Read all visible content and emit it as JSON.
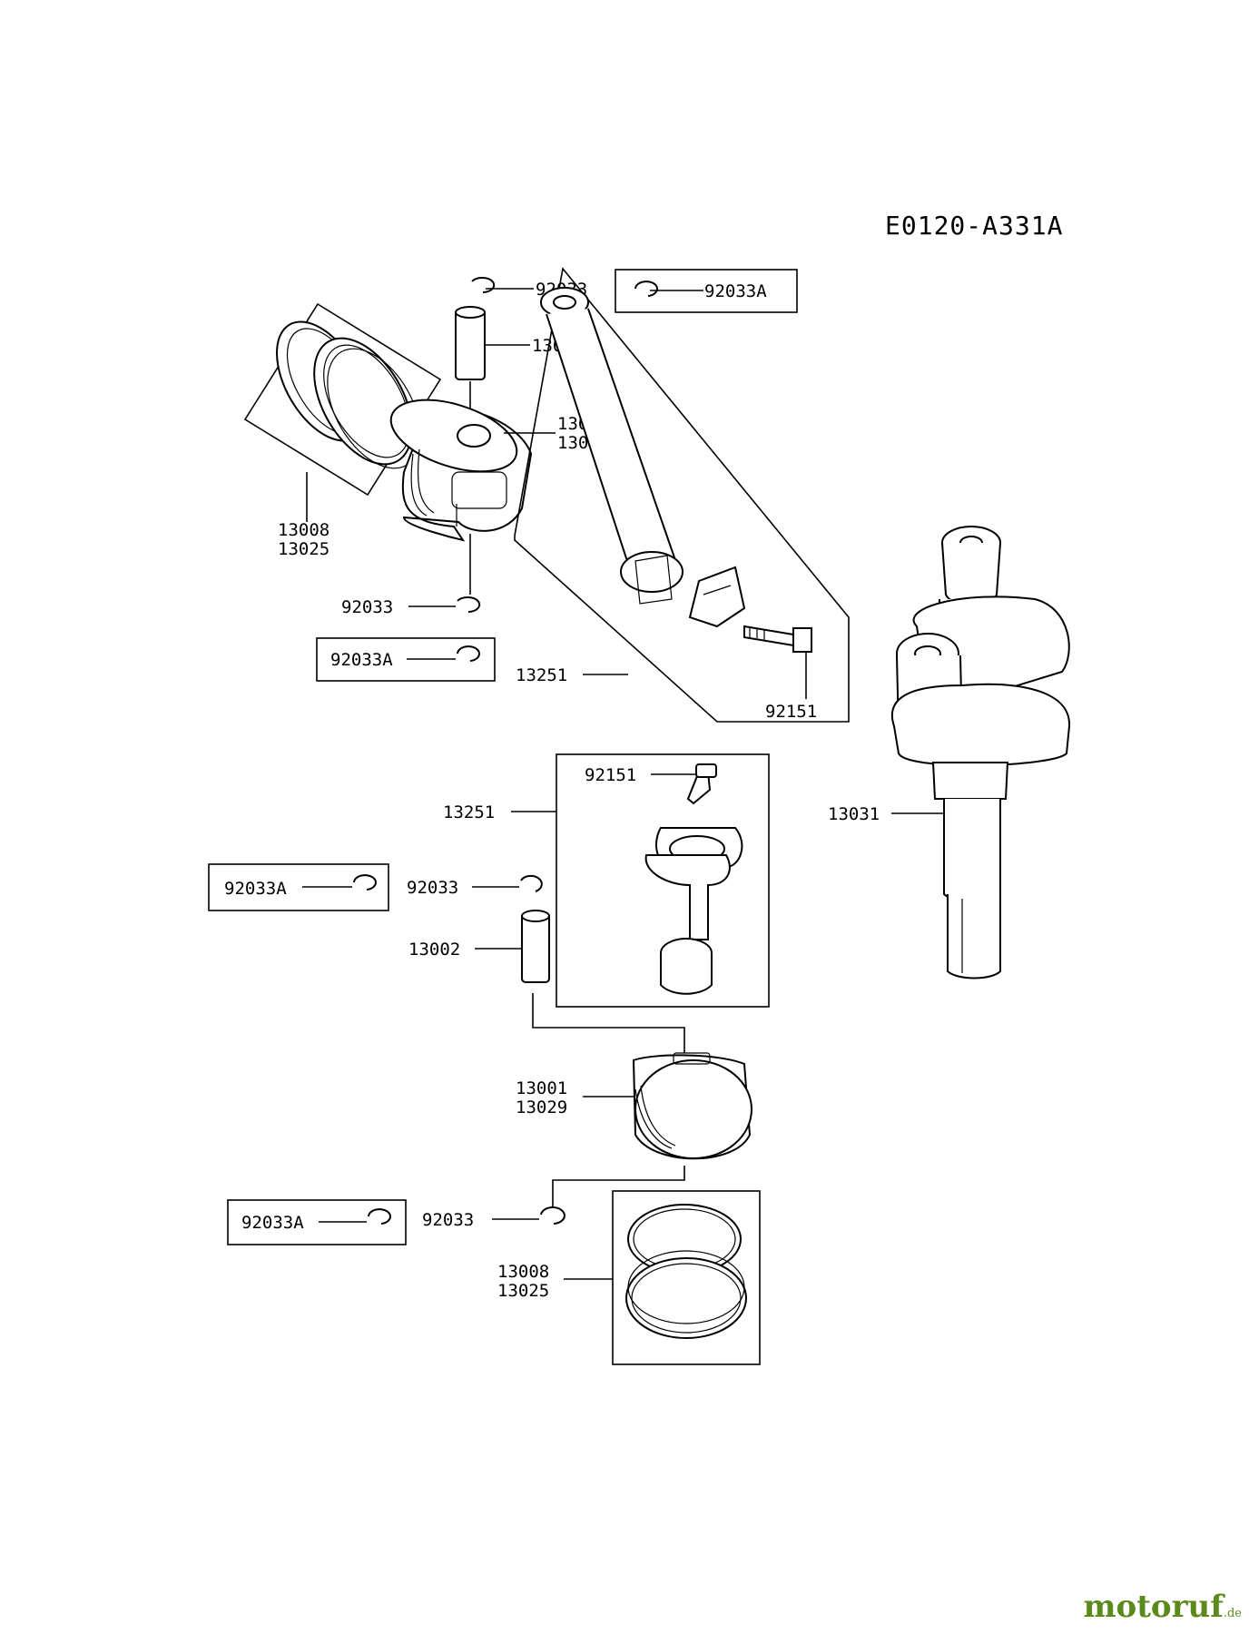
{
  "diagram": {
    "code": "E0120-A331A",
    "labels": {
      "top_clip": "92033",
      "top_clip_box": "92033A",
      "top_pin": "13002",
      "top_piston_a": "13001",
      "top_piston_b": "13029",
      "top_rings_a": "13008",
      "top_rings_b": "13025",
      "upper_clip": "92033",
      "upper_clip_box": "92033A",
      "rod_assy": "13251",
      "rod_bolt": "92151",
      "crankshaft": "13031",
      "lower_bolt": "92151",
      "lower_rod_assy": "13251",
      "mid_clip_box": "92033A",
      "mid_clip": "92033",
      "lower_pin": "13002",
      "lower_piston_a": "13001",
      "lower_piston_b": "13029",
      "bottom_clip_box": "92033A",
      "bottom_clip": "92033",
      "lower_rings_a": "13008",
      "lower_rings_b": "13025"
    }
  },
  "watermark": {
    "brand": "motoruf",
    "tld": ".de"
  }
}
